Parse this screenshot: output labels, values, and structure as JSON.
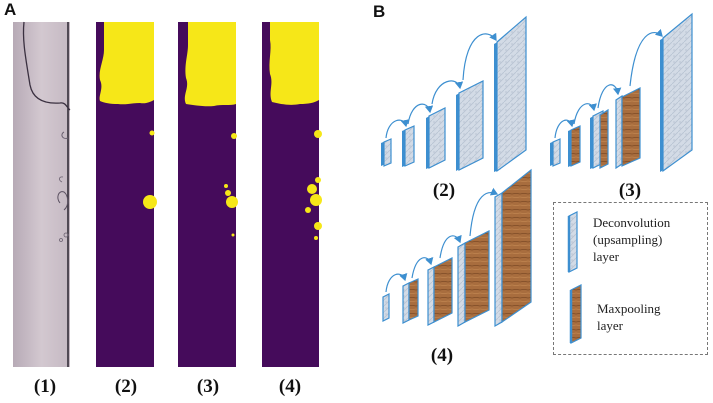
{
  "panel_a": {
    "letter": "A",
    "labels": [
      "(1)",
      "(2)",
      "(3)",
      "(4)"
    ]
  },
  "panel_b": {
    "letter": "B",
    "network_labels": [
      "(2)",
      "(3)",
      "(4)"
    ],
    "legend": {
      "deconv_text": "Deconvolution\n(upsampling)\nlayer",
      "maxpool_text": "Maxpooling\nlayer"
    }
  },
  "colors": {
    "mask_bg": "#450b5b",
    "mask_fg": "#f6e718",
    "raw_bg": "#c9bcc6",
    "deconv_fill": "#cfd9e6",
    "deconv_edge": "#3d8fd0",
    "maxpool_fill": "#a0683b",
    "arrow": "#3d8fd0"
  }
}
